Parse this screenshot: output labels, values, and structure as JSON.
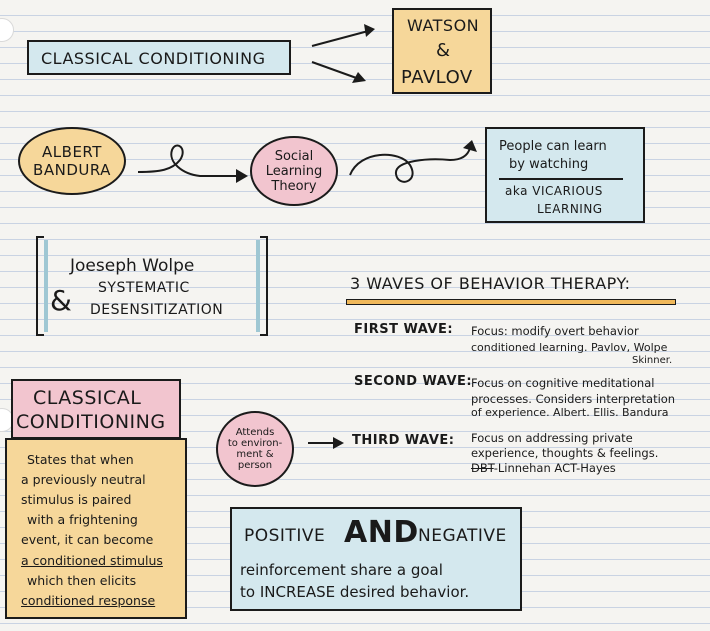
{
  "colors": {
    "blue_fill": "#d4e8ee",
    "orange_fill": "#f6d79a",
    "pink_fill": "#f2c5cf",
    "underline_orange": "#f0b85a",
    "ink": "#1b1b1b",
    "paper": "#f5f4f1",
    "ruled_line": "#c9d3e3"
  },
  "classical_top": {
    "label": "CLASSICAL CONDITIONING"
  },
  "watson_pavlov": {
    "line1": "WATSON",
    "line2": "&",
    "line3": "PAVLOV"
  },
  "bandura": {
    "line1": "ALBERT",
    "line2": "BANDURA"
  },
  "social_learning": {
    "line1": "Social",
    "line2": "Learning",
    "line3": "Theory"
  },
  "vicarious": {
    "line1": "People can learn",
    "line2": "by watching",
    "line3": "aka VICARIOUS",
    "line4": "LEARNING"
  },
  "wolpe": {
    "name": "Joeseph Wolpe",
    "amp": "&",
    "line1": "SYSTEMATIC",
    "line2": "DESENSITIZATION"
  },
  "waves": {
    "title": "3 WAVES OF BEHAVIOR THERAPY:",
    "first": {
      "label": "FIRST WAVE:",
      "line1": "Focus: modify overt behavior",
      "line2": "conditioned learning. Pavlov, Wolpe",
      "line3": "Skinner."
    },
    "second": {
      "label": "SECOND WAVE:",
      "line1": "Focus on cognitive meditational",
      "line2": "processes. Considers interpretation",
      "line3": "of experience. Albert. Ellis. Bandura"
    },
    "third": {
      "label": "THIRD WAVE:",
      "line1": "Focus on addressing private",
      "line2": "experience, thoughts & feelings.",
      "line3_strike": "DBT",
      "line3_rest": "-Linnehan   ACT-Hayes"
    }
  },
  "classical_card": {
    "heading1": "CLASSICAL",
    "heading2": "CONDITIONING",
    "lines": [
      "States that when",
      "a previously neutral",
      "stimulus is paired",
      "with a frightening",
      "event, it can become",
      "a conditioned stimulus",
      "which then elicits",
      "conditioned response"
    ]
  },
  "attends": {
    "line1": "Attends",
    "line2": "to environ-",
    "line3": "ment &",
    "line4": "person"
  },
  "reinforcement": {
    "positive": "POSITIVE",
    "and": "AND",
    "negative": "NEGATIVE",
    "line2": "reinforcement share a goal",
    "line3": "to INCREASE desired behavior."
  }
}
